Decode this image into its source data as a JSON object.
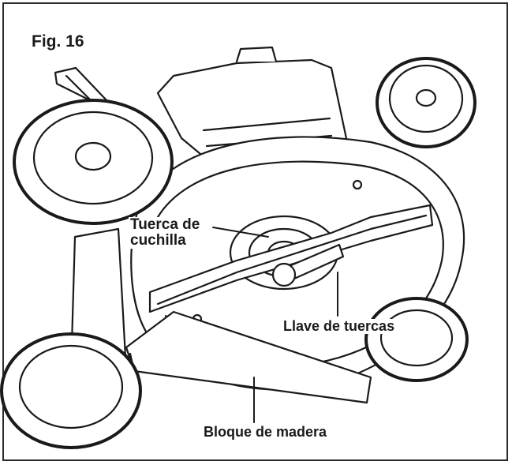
{
  "figure": {
    "title": "Fig. 16",
    "labels": {
      "blade_nut_line1": "Tuerca de",
      "blade_nut_line2": "cuchilla",
      "wrench": "Llave de tuercas",
      "wood_block": "Bloque de madera"
    }
  },
  "colors": {
    "line": "#1a1a1a",
    "background": "#ffffff"
  }
}
